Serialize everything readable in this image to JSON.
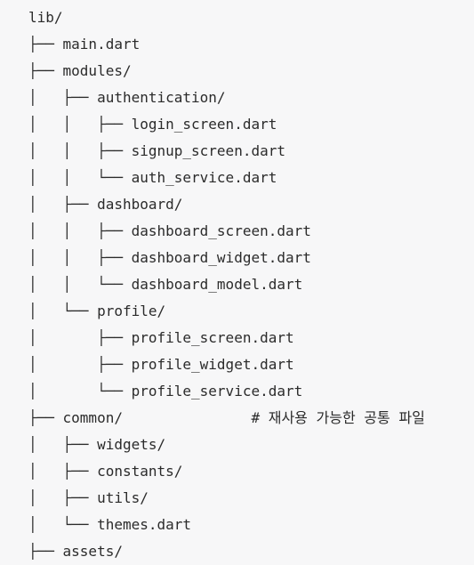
{
  "code_block": {
    "lines": [
      "lib/",
      "├── main.dart",
      "├── modules/",
      "│   ├── authentication/",
      "│   │   ├── login_screen.dart",
      "│   │   ├── signup_screen.dart",
      "│   │   └── auth_service.dart",
      "│   ├── dashboard/",
      "│   │   ├── dashboard_screen.dart",
      "│   │   ├── dashboard_widget.dart",
      "│   │   └── dashboard_model.dart",
      "│   └── profile/",
      "│       ├── profile_screen.dart",
      "│       ├── profile_widget.dart",
      "│       └── profile_service.dart",
      "├── common/               # 재사용 가능한 공통 파일",
      "│   ├── widgets/",
      "│   ├── constants/",
      "│   ├── utils/",
      "│   └── themes.dart",
      "├── assets/"
    ]
  }
}
